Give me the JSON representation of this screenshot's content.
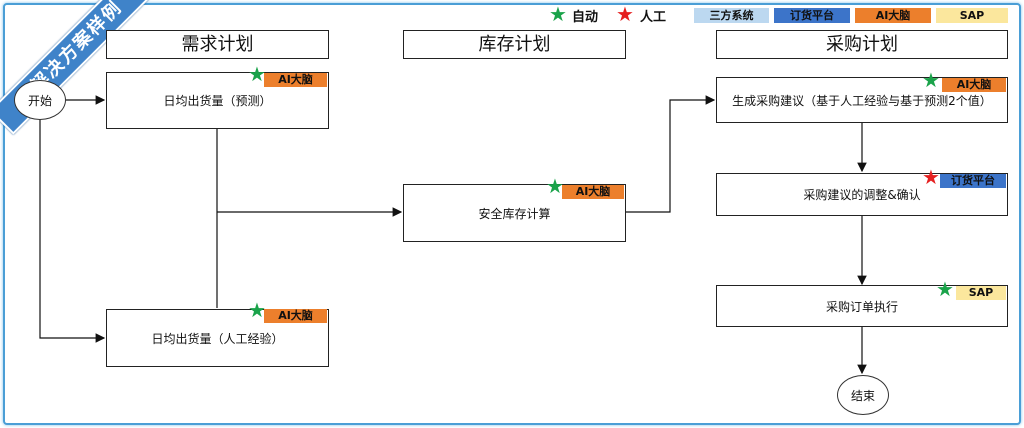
{
  "badge": "解决方案样例",
  "legend": {
    "auto_label": "自动",
    "manual_label": "人工",
    "systems": [
      {
        "label": "三方系统",
        "color": "#bcd8f0"
      },
      {
        "label": "订货平台",
        "color": "#3c74c9"
      },
      {
        "label": "AI大脑",
        "color": "#ec7f2c"
      },
      {
        "label": "SAP",
        "color": "#fbe79d"
      }
    ]
  },
  "lanes": {
    "demand": "需求计划",
    "inventory": "库存计划",
    "purchase": "采购计划"
  },
  "nodes": {
    "start": "开始",
    "forecast": "日均出货量（预测）",
    "manual_exp": "日均出货量（人工经验）",
    "safety_stock": "安全库存计算",
    "suggestion": "生成采购建议（基于人工经验与基于预测2个值）",
    "adjust": "采购建议的调整&确认",
    "execute": "采购订单执行",
    "end": "结束"
  },
  "tags": {
    "forecast": "AI大脑",
    "manual_exp": "AI大脑",
    "safety_stock": "AI大脑",
    "suggestion": "AI大脑",
    "adjust": "订货平台",
    "execute": "SAP"
  }
}
